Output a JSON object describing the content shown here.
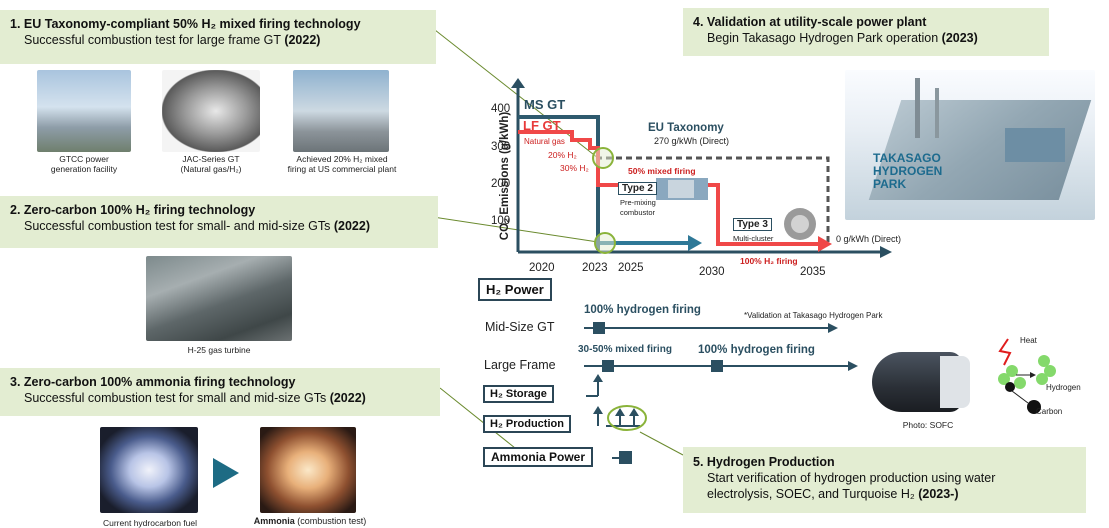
{
  "boxes": {
    "b1": {
      "title": "1. EU Taxonomy-compliant 50% H₂ mixed firing technology",
      "body": "Successful combustion test for large frame GT",
      "year": "(2022)"
    },
    "b2": {
      "title": "2. Zero-carbon 100% H₂ firing technology",
      "body": "Successful combustion test for small- and mid-size GTs",
      "year": "(2022)"
    },
    "b3": {
      "title": "3. Zero-carbon 100% ammonia firing technology",
      "body": "Successful combustion test for small and mid-size GTs",
      "year": "(2022)"
    },
    "b4": {
      "title": "4. Validation at utility-scale power plant",
      "body": "Begin Takasago Hydrogen Park operation",
      "year": "(2023)"
    },
    "b5": {
      "title": "5. Hydrogen Production",
      "body1": "Start verification of hydrogen production using water",
      "body2": "electrolysis, SOEC, and Turquoise H₂",
      "year": "(2023-)"
    }
  },
  "captions": {
    "gtcc": [
      "GTCC power",
      "generation facility"
    ],
    "jac": [
      "JAC-Series GT",
      "(Natural gas/H₂)"
    ],
    "us_plant": [
      "Achieved 20% H₂ mixed",
      "firing at US commercial plant"
    ],
    "h25": "H-25 gas turbine",
    "current_fuel": "Current hydrocarbon fuel",
    "ammonia_bold": "Ammonia",
    "ammonia_rest": " (combustion test)",
    "sofc": "Photo: SOFC",
    "heat": "Heat",
    "hydrogen": "Hydrogen",
    "carbon": "Carbon"
  },
  "chart": {
    "ylabel": "CO₂ Emissions (g/kWh)",
    "yticks": [
      "400",
      "300",
      "200",
      "100"
    ],
    "xticks": [
      "2020",
      "2023",
      "2025",
      "2030",
      "2035"
    ],
    "ms_gt": "MS GT",
    "lf_gt": "LF GT",
    "natural_gas": "Natural gas",
    "h2_20": "20% H₂",
    "h2_30": "30% H₂",
    "eu_tax": "EU Taxonomy",
    "eu_tax_val": "270 g/kWh (Direct)",
    "mixed50": "50% mixed firing",
    "h2_100": "100% H₂ firing",
    "zero": "0 g/kWh (Direct)",
    "type2": "Type 2",
    "type2_desc": [
      "Pre-mixing",
      "combustor"
    ],
    "type3": "Type 3",
    "type3_desc": "Multi-cluster",
    "takasago": [
      "TAKASAGO",
      "HYDROGEN",
      "PARK"
    ]
  },
  "roadmap": {
    "h2_power": "H₂ Power",
    "mid_size_gt": "Mid-Size GT",
    "large_frame": "Large Frame",
    "h2_storage": "H₂ Storage",
    "h2_production": "H₂ Production",
    "ammonia_power": "Ammonia Power",
    "h100_a": "100% hydrogen firing",
    "h100_b": "100% hydrogen firing",
    "mixed_30_50": "30-50% mixed firing",
    "validation_note": "*Validation at Takasago Hydrogen Park"
  },
  "colors": {
    "box_bg": "#e3edd2",
    "teal": "#2b4f61",
    "red": "#f04848",
    "dark_red": "#cc1f1f",
    "green_circle": "#8ab33a"
  }
}
